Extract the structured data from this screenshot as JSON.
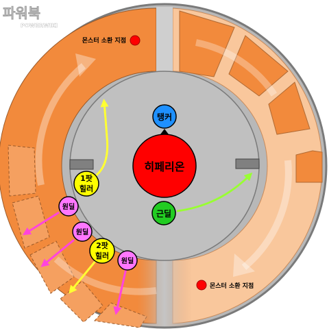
{
  "watermark": {
    "main": "파워북",
    "sub": "POWERWIKI"
  },
  "boss": {
    "label": "히페리온"
  },
  "roles": {
    "tank": "탱커",
    "melee": "근딜",
    "healer1_line1": "1팟",
    "healer1_line2": "힐러",
    "healer2_line1": "2팟",
    "healer2_line2": "힐러",
    "ranged_a": "원딜",
    "ranged_b": "원딜",
    "ranged_c": "원딜"
  },
  "spawn_points": [
    {
      "label": "몬스터 소환 지점"
    },
    {
      "label": "몬스터 소환 지점"
    }
  ],
  "colors": {
    "orange_dark": "#f28a3c",
    "orange_light": "#f9c79c",
    "arena_gray": "#c0c0c0",
    "boss_red": "#ff0000",
    "tank_blue": "#1e90ff",
    "melee_green": "#22cc22",
    "healer_yellow": "#ffff00",
    "ranged_pink": "#ff77ff",
    "arrow_yellow": "#ffff33",
    "arrow_green": "#99ff33",
    "arrow_pink": "#ff44dd"
  }
}
